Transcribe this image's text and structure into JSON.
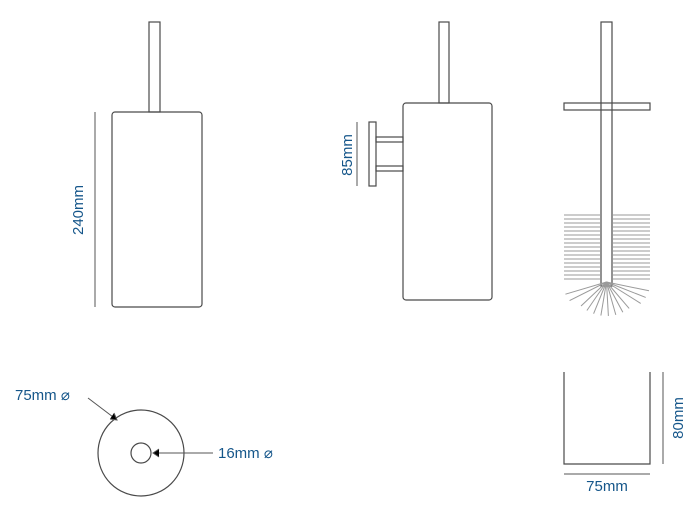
{
  "labels": {
    "height_total": "240mm",
    "bracket_height": "85mm",
    "base_diameter": "75mm ⌀",
    "handle_diameter": "16mm ⌀",
    "cup_height": "80mm",
    "cup_width": "75mm"
  },
  "colors": {
    "label": "#15568a",
    "line": "#4a4a4a"
  }
}
